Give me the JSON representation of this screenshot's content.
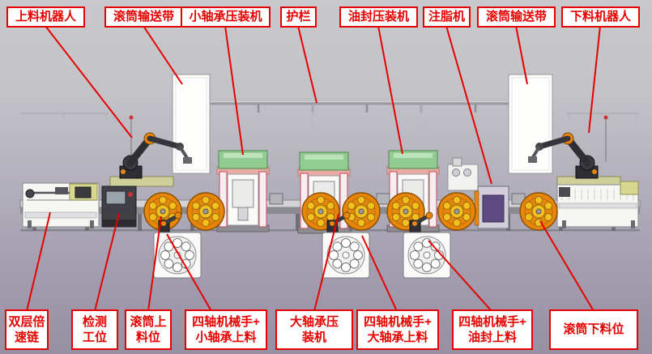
{
  "top_labels": [
    {
      "id": "loading-robot",
      "text": "上料机器人"
    },
    {
      "id": "roller-conveyor-left",
      "text": "滚筒输送带"
    },
    {
      "id": "small-bearing-press",
      "text": "小轴承压装机"
    },
    {
      "id": "guardrail",
      "text": "护栏"
    },
    {
      "id": "oil-seal-press",
      "text": "油封压装机"
    },
    {
      "id": "grease-machine",
      "text": "注脂机"
    },
    {
      "id": "roller-conveyor-right",
      "text": "滚筒输送带"
    },
    {
      "id": "unloading-robot",
      "text": "下料机器人"
    }
  ],
  "bottom_labels": [
    {
      "id": "double-speed-chain",
      "text": "双层倍\n速链"
    },
    {
      "id": "inspection-station",
      "text": "检测\n工位"
    },
    {
      "id": "roller-loading-position",
      "text": "滚筒上\n料位"
    },
    {
      "id": "scara-small-bearing-feed",
      "text": "四轴机械手+\n小轴承上料"
    },
    {
      "id": "large-bearing-press",
      "text": "大轴承压\n装机"
    },
    {
      "id": "scara-large-bearing-feed",
      "text": "四轴机械手+\n大轴承上料"
    },
    {
      "id": "scara-oil-seal-feed",
      "text": "四轴机械手+\n油封上料"
    },
    {
      "id": "roller-unloading-position",
      "text": "滚筒下料位"
    }
  ],
  "colors": {
    "annotation_red": "#e60000",
    "machine_orange": "#e8860c",
    "press_green": "#92cc92",
    "press_frame_pink": "#c84a5a",
    "grease_machine_purple": "#5c4a80",
    "background_top": "#c8c8ca",
    "background_bottom": "#978fa3"
  }
}
